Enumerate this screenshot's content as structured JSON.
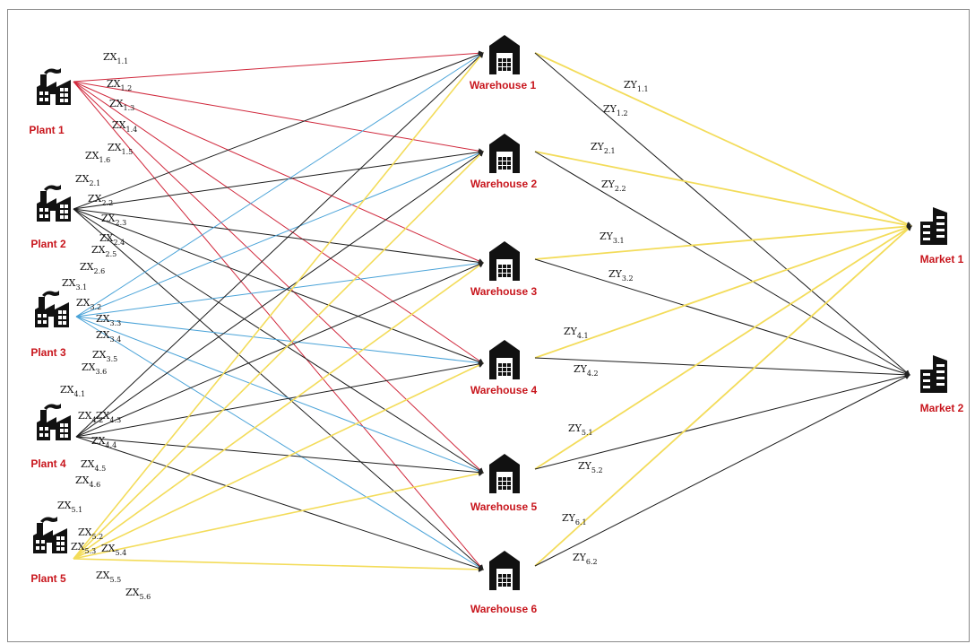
{
  "colors": {
    "plant1": "#d0283c",
    "plant2": "#1c1c1c",
    "plant3": "#4aa3d8",
    "plant4": "#1c1c1c",
    "plant5": "#f3dc5a",
    "warehouse_to_market1": "#f3dc5a",
    "warehouse_to_market2": "#1c1c1c",
    "node_label": "#c8161d",
    "icon": "#111111"
  },
  "plants": [
    {
      "label": "Plant 1"
    },
    {
      "label": "Plant 2"
    },
    {
      "label": "Plant 3"
    },
    {
      "label": "Plant 4"
    },
    {
      "label": "Plant 5"
    }
  ],
  "warehouses": [
    {
      "label": "Warehouse 1"
    },
    {
      "label": "Warehouse 2"
    },
    {
      "label": "Warehouse 3"
    },
    {
      "label": "Warehouse 4"
    },
    {
      "label": "Warehouse 5"
    },
    {
      "label": "Warehouse 6"
    }
  ],
  "markets": [
    {
      "label": "Market 1"
    },
    {
      "label": "Market 2"
    }
  ],
  "edge_labels_x": [
    [
      "ZX",
      "1.1"
    ],
    [
      "ZX",
      "1.2"
    ],
    [
      "ZX",
      "1.3"
    ],
    [
      "ZX",
      "1.4"
    ],
    [
      "ZX",
      "1.5"
    ],
    [
      "ZX",
      "1.6"
    ],
    [
      "ZX",
      "2.1"
    ],
    [
      "ZX",
      "2.2"
    ],
    [
      "ZX",
      "2.3"
    ],
    [
      "ZX",
      "2.4"
    ],
    [
      "ZX",
      "2.5"
    ],
    [
      "ZX",
      "2.6"
    ],
    [
      "ZX",
      "3.1"
    ],
    [
      "ZX",
      "3.2"
    ],
    [
      "ZX",
      "3.3"
    ],
    [
      "ZX",
      "3.4"
    ],
    [
      "ZX",
      "3.5"
    ],
    [
      "ZX",
      "3.6"
    ],
    [
      "ZX",
      "4.1"
    ],
    [
      "ZX",
      "4.2"
    ],
    [
      "ZX",
      "4.3"
    ],
    [
      "ZX",
      "4.4"
    ],
    [
      "ZX",
      "4.5"
    ],
    [
      "ZX",
      "4.6"
    ],
    [
      "ZX",
      "5.1"
    ],
    [
      "ZX",
      "5.2"
    ],
    [
      "ZX",
      "5.3"
    ],
    [
      "ZX",
      "5.4"
    ],
    [
      "ZX",
      "5.5"
    ],
    [
      "ZX",
      "5.6"
    ]
  ],
  "edge_labels_y": [
    [
      "ZY",
      "1.1"
    ],
    [
      "ZY",
      "1.2"
    ],
    [
      "ZY",
      "2.1"
    ],
    [
      "ZY",
      "2.2"
    ],
    [
      "ZY",
      "3.1"
    ],
    [
      "ZY",
      "3.2"
    ],
    [
      "ZY",
      "4.1"
    ],
    [
      "ZY",
      "4.2"
    ],
    [
      "ZY",
      "5.1"
    ],
    [
      "ZY",
      "5.2"
    ],
    [
      "ZY",
      "6.1"
    ],
    [
      "ZY",
      "6.2"
    ]
  ]
}
